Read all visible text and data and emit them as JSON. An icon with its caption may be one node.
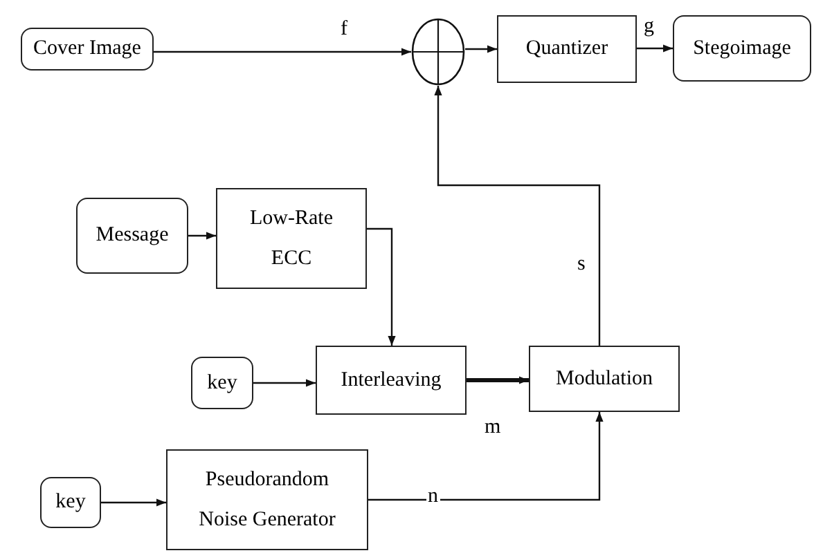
{
  "diagram": {
    "nodes": [
      {
        "text": [
          "Cover Image"
        ]
      },
      {
        "text": [],
        "shape": "circle"
      },
      {
        "text": [
          "Quantizer"
        ]
      },
      {
        "text": [
          "Stegoimage"
        ]
      },
      {
        "text": [
          "Message"
        ]
      },
      {
        "text": [
          "Low-Rate ECC"
        ]
      },
      {
        "text": [
          "key"
        ]
      },
      {
        "text": [
          "Interleaving"
        ]
      },
      {
        "text": [
          "Modulation"
        ]
      },
      {
        "text": [
          "key"
        ]
      },
      {
        "text": [
          "Pseudorandom Noise Generator"
        ]
      }
    ],
    "edges": [
      {
        "from": 0,
        "to": 1,
        "arrow": "to",
        "label": "f"
      },
      {
        "from": 1,
        "to": 2,
        "arrow": "to"
      },
      {
        "from": 2,
        "to": 3,
        "arrow": "to",
        "label": "g"
      },
      {
        "from": 4,
        "to": 5,
        "arrow": "to"
      },
      {
        "from": 5,
        "to": 7,
        "arrow": "to"
      },
      {
        "from": 6,
        "to": 7,
        "arrow": "to"
      },
      {
        "from": 7,
        "to": 8,
        "arrow": "to",
        "label": "m",
        "style": "thick"
      },
      {
        "from": 9,
        "to": 10,
        "arrow": "to"
      },
      {
        "from": 10,
        "to": 8,
        "arrow": "to",
        "label": "n"
      },
      {
        "from": 8,
        "to": 1,
        "arrow": "to",
        "label": "s"
      }
    ]
  }
}
